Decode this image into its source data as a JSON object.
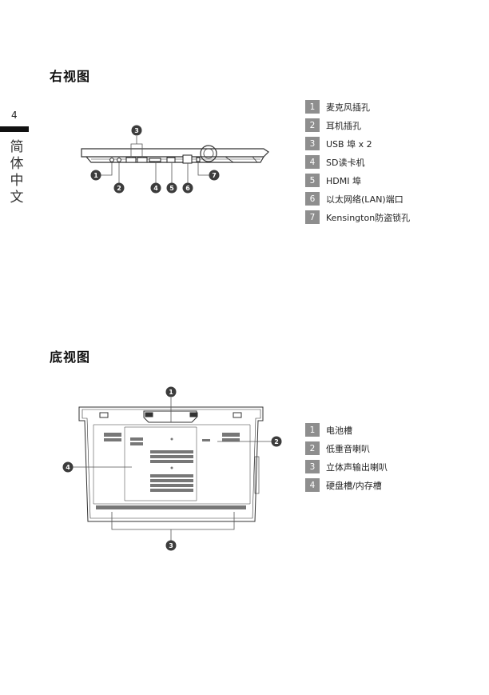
{
  "page": {
    "number": "4",
    "language_vertical": [
      "简",
      "体",
      "中",
      "文"
    ]
  },
  "right_view": {
    "title": "右视图",
    "callouts": [
      "1",
      "2",
      "3",
      "4",
      "5",
      "6",
      "7"
    ],
    "legend": [
      {
        "num": "1",
        "label": "麦克风插孔"
      },
      {
        "num": "2",
        "label": "耳机插孔"
      },
      {
        "num": "3",
        "label": "USB 埠 x 2"
      },
      {
        "num": "4",
        "label": "SD读卡机"
      },
      {
        "num": "5",
        "label": "HDMI 埠"
      },
      {
        "num": "6",
        "label": "以太网络(LAN)端口"
      },
      {
        "num": "7",
        "label": "Kensington防盗锁孔"
      }
    ]
  },
  "bottom_view": {
    "title": "底视图",
    "callouts": [
      "1",
      "2",
      "3",
      "4"
    ],
    "legend": [
      {
        "num": "1",
        "label": "电池槽"
      },
      {
        "num": "2",
        "label": "低重音喇叭"
      },
      {
        "num": "3",
        "label": "立体声输出喇叭"
      },
      {
        "num": "4",
        "label": "硬盘槽/内存槽"
      }
    ]
  },
  "colors": {
    "legend_badge": "#8e8e8e",
    "callout": "#3c3c3c",
    "tab": "#111111"
  }
}
